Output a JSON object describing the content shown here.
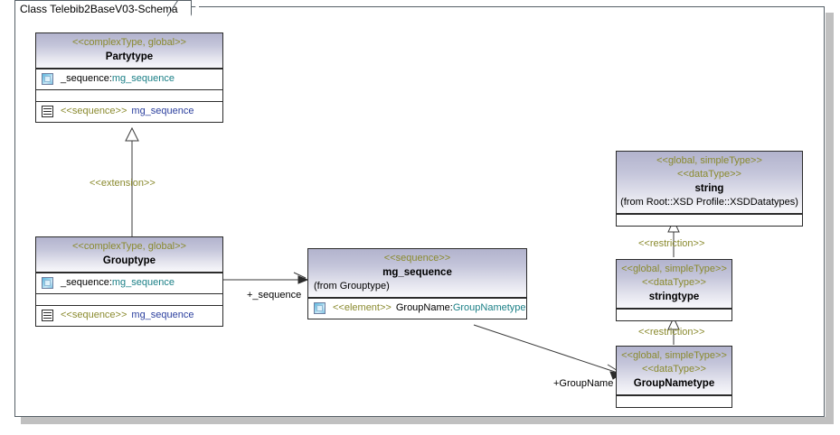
{
  "window": {
    "tab_label": "Class Telebib2BaseV03-Schema",
    "canvas_bg": "#ffffff",
    "frame_color": "#555f66",
    "shadow_color": "#c0c0c0"
  },
  "palette": {
    "stereotype_text": "#8a8a2e",
    "type_text": "#1a7f86",
    "member_blue": "#2b3f9e",
    "header_gradient_top": "#b2b3cd",
    "header_gradient_bottom": "#f8f8fb",
    "border": "#2b2b2b"
  },
  "diagram": {
    "type": "uml-class-diagram",
    "classes": [
      {
        "id": "partytype",
        "stereotypes": [
          "<<complexType, global>>"
        ],
        "name": "Partytype",
        "from": "",
        "compartments": [
          {
            "id": "attributes",
            "rows": [
              {
                "icon": "attribute-icon",
                "prefix": "",
                "label": "_sequence:",
                "type": "mg_sequence"
              }
            ]
          },
          {
            "id": "operations",
            "rows": []
          },
          {
            "id": "sequence",
            "rows": [
              {
                "icon": "sequence-icon",
                "prefix": "<<sequence>>",
                "label": "",
                "type": "",
                "member": "mg_sequence"
              }
            ]
          }
        ]
      },
      {
        "id": "grouptype",
        "stereotypes": [
          "<<complexType, global>>"
        ],
        "name": "Grouptype",
        "from": "",
        "compartments": [
          {
            "id": "attributes",
            "rows": [
              {
                "icon": "attribute-icon",
                "prefix": "",
                "label": "_sequence:",
                "type": "mg_sequence"
              }
            ]
          },
          {
            "id": "operations",
            "rows": []
          },
          {
            "id": "sequence",
            "rows": [
              {
                "icon": "sequence-icon",
                "prefix": "<<sequence>>",
                "label": "",
                "type": "",
                "member": "mg_sequence"
              }
            ]
          }
        ]
      },
      {
        "id": "mg_sequence",
        "stereotypes": [
          "<<sequence>>"
        ],
        "name": "mg_sequence",
        "from": "(from Grouptype)",
        "compartments": [
          {
            "id": "elements",
            "rows": [
              {
                "icon": "attribute-icon",
                "prefix": "<<element>>",
                "label": "GroupName:",
                "type": "GroupNametype"
              }
            ]
          }
        ]
      },
      {
        "id": "string",
        "stereotypes": [
          "<<global, simpleType>>",
          "<<dataType>>"
        ],
        "name": "string",
        "from": "(from Root::XSD Profile::XSDDatatypes)",
        "compartments": [
          {
            "id": "attributes",
            "rows": []
          }
        ]
      },
      {
        "id": "stringtype",
        "stereotypes": [
          "<<global, simpleType>>",
          "<<dataType>>"
        ],
        "name": "stringtype",
        "from": "",
        "compartments": [
          {
            "id": "attributes",
            "rows": []
          }
        ]
      },
      {
        "id": "groupnametype",
        "stereotypes": [
          "<<global, simpleType>>",
          "<<dataType>>"
        ],
        "name": "GroupNametype",
        "from": "",
        "compartments": [
          {
            "id": "attributes",
            "rows": []
          }
        ]
      }
    ],
    "connectors": [
      {
        "id": "extension",
        "kind": "generalization",
        "label": "<<extension>>",
        "source": "grouptype",
        "target": "partytype"
      },
      {
        "id": "restriction-stringtype-string",
        "kind": "generalization",
        "label": "<<restriction>>",
        "source": "stringtype",
        "target": "string"
      },
      {
        "id": "restriction-groupnametype-stringtype",
        "kind": "generalization",
        "label": "<<restriction>>",
        "source": "groupnametype",
        "target": "stringtype"
      },
      {
        "id": "assoc-sequence",
        "kind": "association",
        "label": "+_sequence",
        "source": "grouptype",
        "target": "mg_sequence"
      },
      {
        "id": "assoc-groupname",
        "kind": "association",
        "label": "+GroupName",
        "source": "mg_sequence",
        "target": "groupnametype"
      }
    ]
  }
}
